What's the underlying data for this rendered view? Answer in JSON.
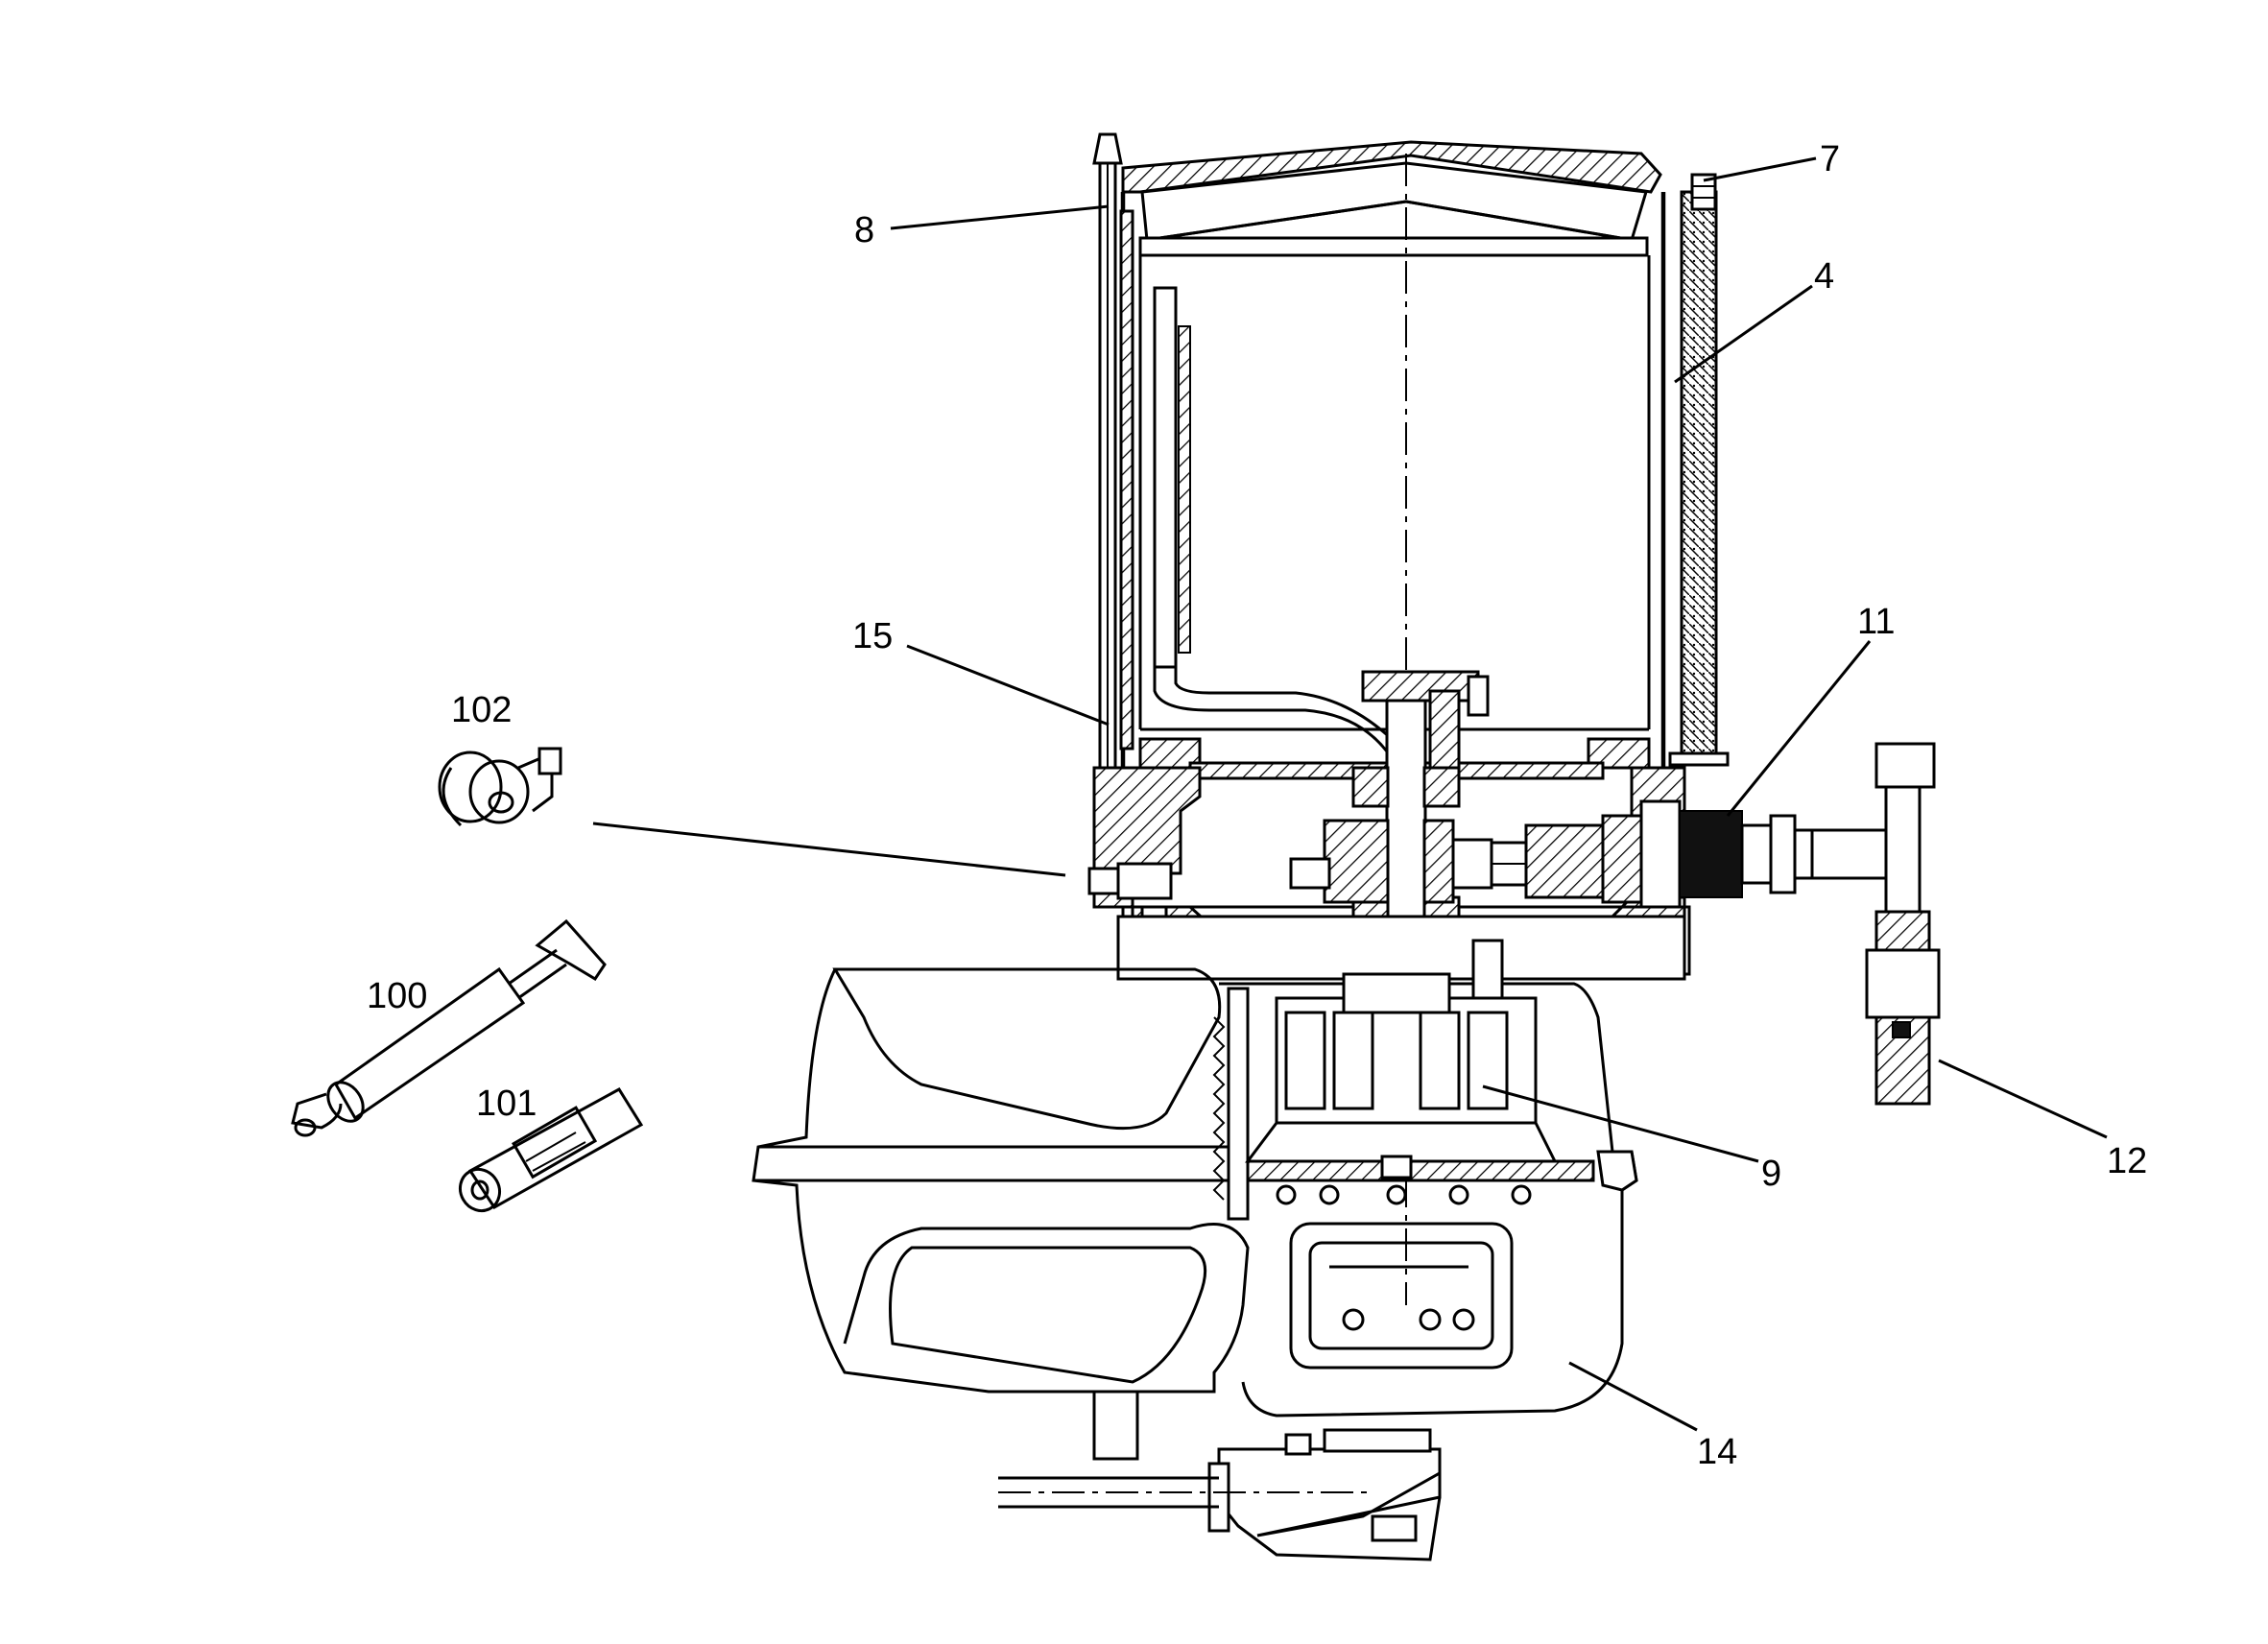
{
  "callouts": [
    {
      "id": "c8",
      "text": "8"
    },
    {
      "id": "c7",
      "text": "7"
    },
    {
      "id": "c4",
      "text": "4"
    },
    {
      "id": "c15",
      "text": "15"
    },
    {
      "id": "c11",
      "text": "11"
    },
    {
      "id": "c102",
      "text": "102"
    },
    {
      "id": "c100",
      "text": "100"
    },
    {
      "id": "c101",
      "text": "101"
    },
    {
      "id": "c9",
      "text": "9"
    },
    {
      "id": "c12",
      "text": "12"
    },
    {
      "id": "c14",
      "text": "14"
    }
  ]
}
